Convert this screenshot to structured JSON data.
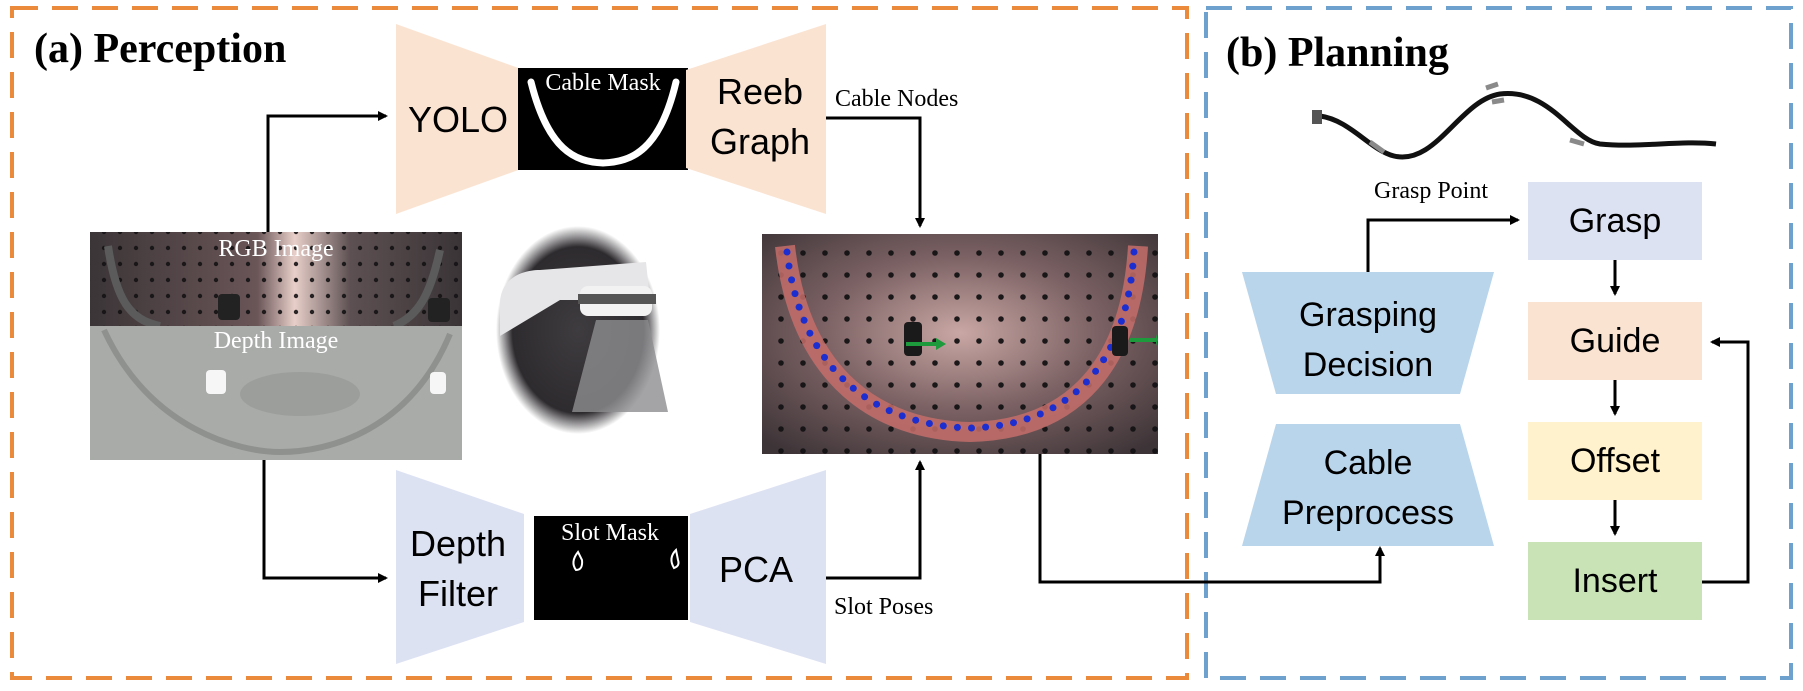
{
  "perception": {
    "title": "(a) Perception",
    "yolo_label": "YOLO",
    "cable_mask_label": "Cable Mask",
    "reeb_label_line1": "Reeb",
    "reeb_label_line2": "Graph",
    "cable_nodes_label": "Cable Nodes",
    "rgb_label": "RGB Image",
    "depth_label": "Depth Image",
    "depth_filter_line1": "Depth",
    "depth_filter_line2": "Filter",
    "slot_mask_label": "Slot Mask",
    "pca_label": "PCA",
    "slot_poses_label": "Slot Poses"
  },
  "planning": {
    "title": "(b) Planning",
    "grasp_point_label": "Grasp Point",
    "grasping_line1": "Grasping",
    "grasping_line2": "Decision",
    "preprocess_line1": "Cable",
    "preprocess_line2": "Preprocess",
    "steps": [
      "Grasp",
      "Guide",
      "Offset",
      "Insert"
    ]
  },
  "colors": {
    "perception_border": "#ec8a3c",
    "planning_border": "#6fa1cf",
    "peach": "#fbe3d2",
    "lavender": "#dde2f3",
    "blue_trap": "#b9d5ec",
    "grasp_box": "#dde2f3",
    "guide_box": "#fbe3d2",
    "offset_box": "#fff2cc",
    "insert_box": "#c9e3b7"
  }
}
